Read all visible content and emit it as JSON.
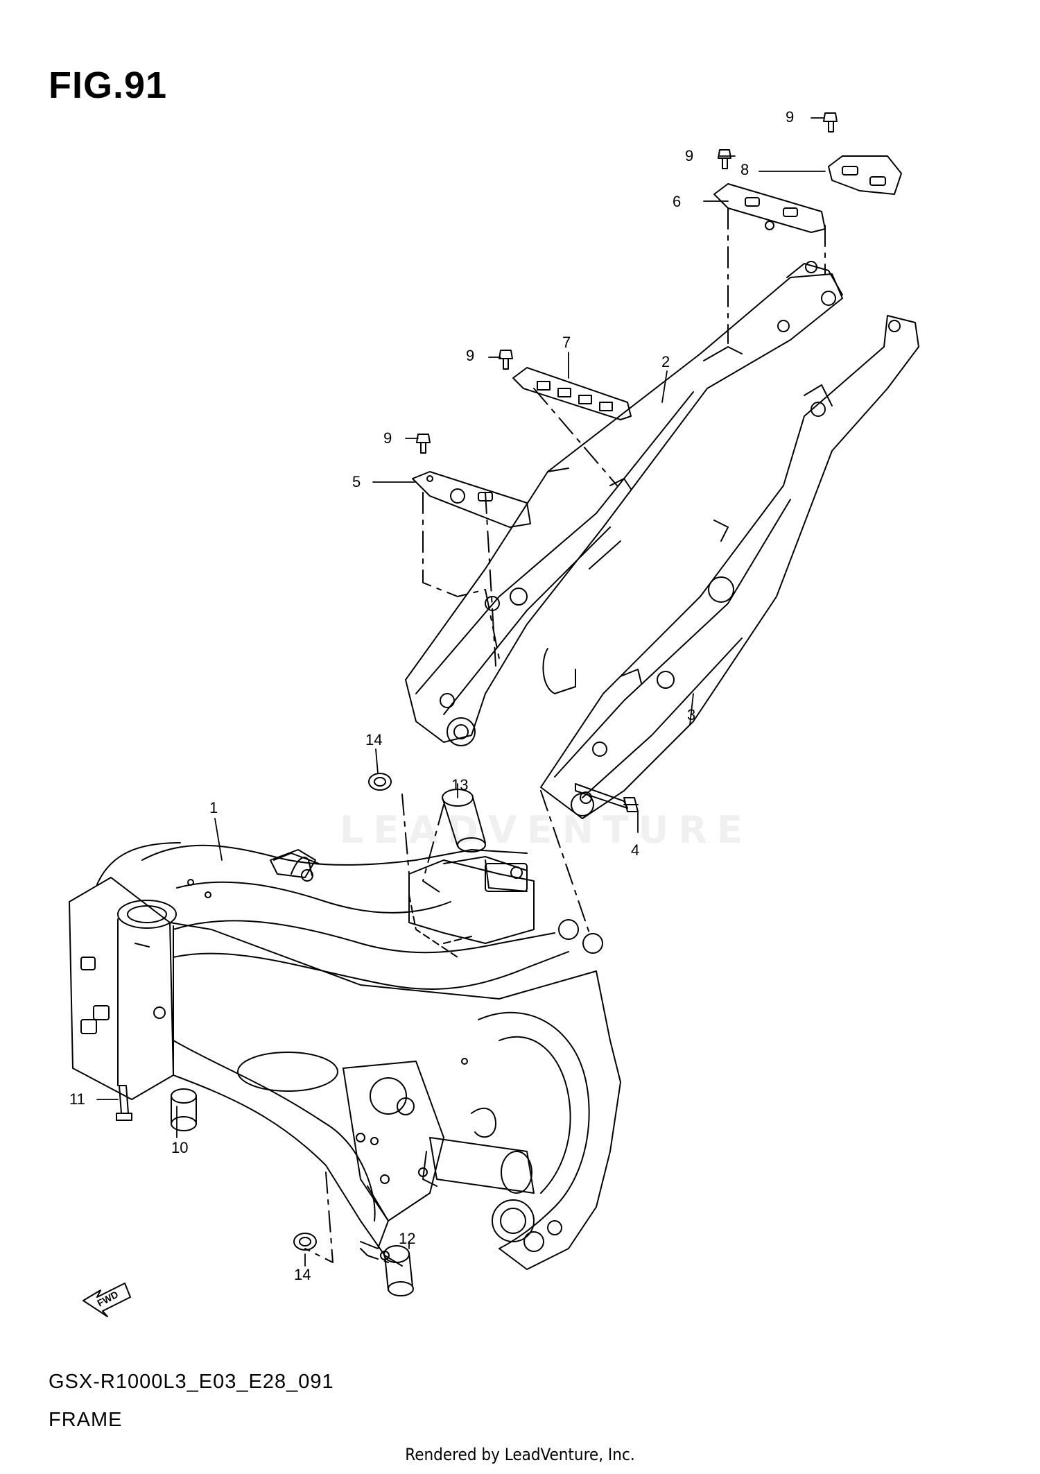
{
  "figure": {
    "title": "FIG.91"
  },
  "footer": {
    "code": "GSX-R1000L3_E03_E28_091",
    "name": "FRAME",
    "rendered_by": "Rendered by LeadVenture, Inc."
  },
  "watermark": "LEADVENTURE",
  "fwd_label": "FWD",
  "callouts": [
    {
      "id": "c9a",
      "label": "9"
    },
    {
      "id": "c8",
      "label": "8"
    },
    {
      "id": "c9b",
      "label": "9"
    },
    {
      "id": "c6",
      "label": "6"
    },
    {
      "id": "c7",
      "label": "7"
    },
    {
      "id": "c9c",
      "label": "9"
    },
    {
      "id": "c2",
      "label": "2"
    },
    {
      "id": "c9d",
      "label": "9"
    },
    {
      "id": "c5",
      "label": "5"
    },
    {
      "id": "c3",
      "label": "3"
    },
    {
      "id": "c14a",
      "label": "14"
    },
    {
      "id": "c13",
      "label": "13"
    },
    {
      "id": "c1",
      "label": "1"
    },
    {
      "id": "c4",
      "label": "4"
    },
    {
      "id": "c11",
      "label": "11"
    },
    {
      "id": "c10",
      "label": "10"
    },
    {
      "id": "c12",
      "label": "12"
    },
    {
      "id": "c14b",
      "label": "14"
    }
  ]
}
